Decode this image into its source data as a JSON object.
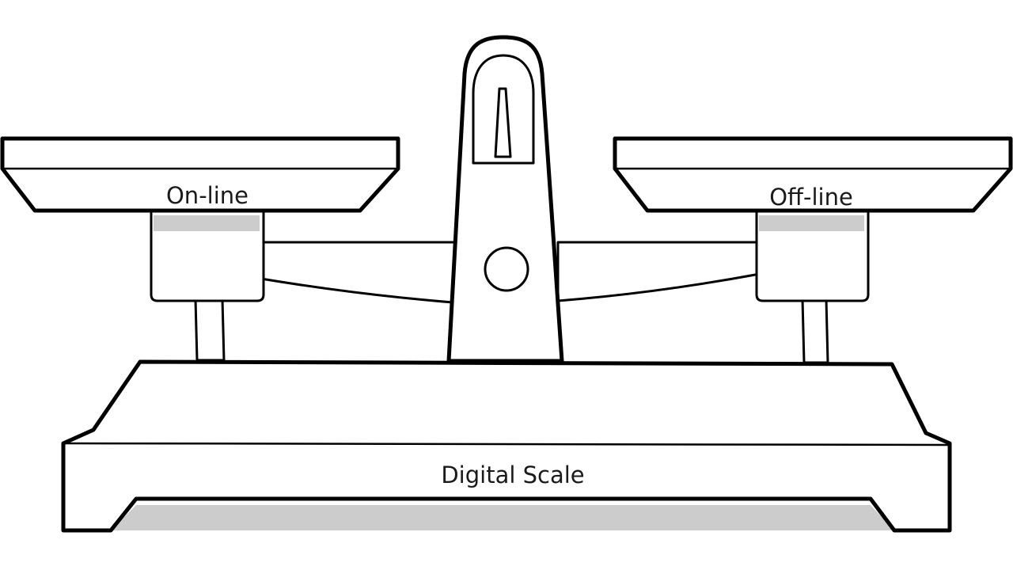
{
  "labels": {
    "left_pan": "On-line",
    "right_pan": "Off-line",
    "base": "Digital Scale"
  },
  "colors": {
    "background": "#ffffff",
    "outline": "#000000",
    "shade": "#cccccc"
  }
}
